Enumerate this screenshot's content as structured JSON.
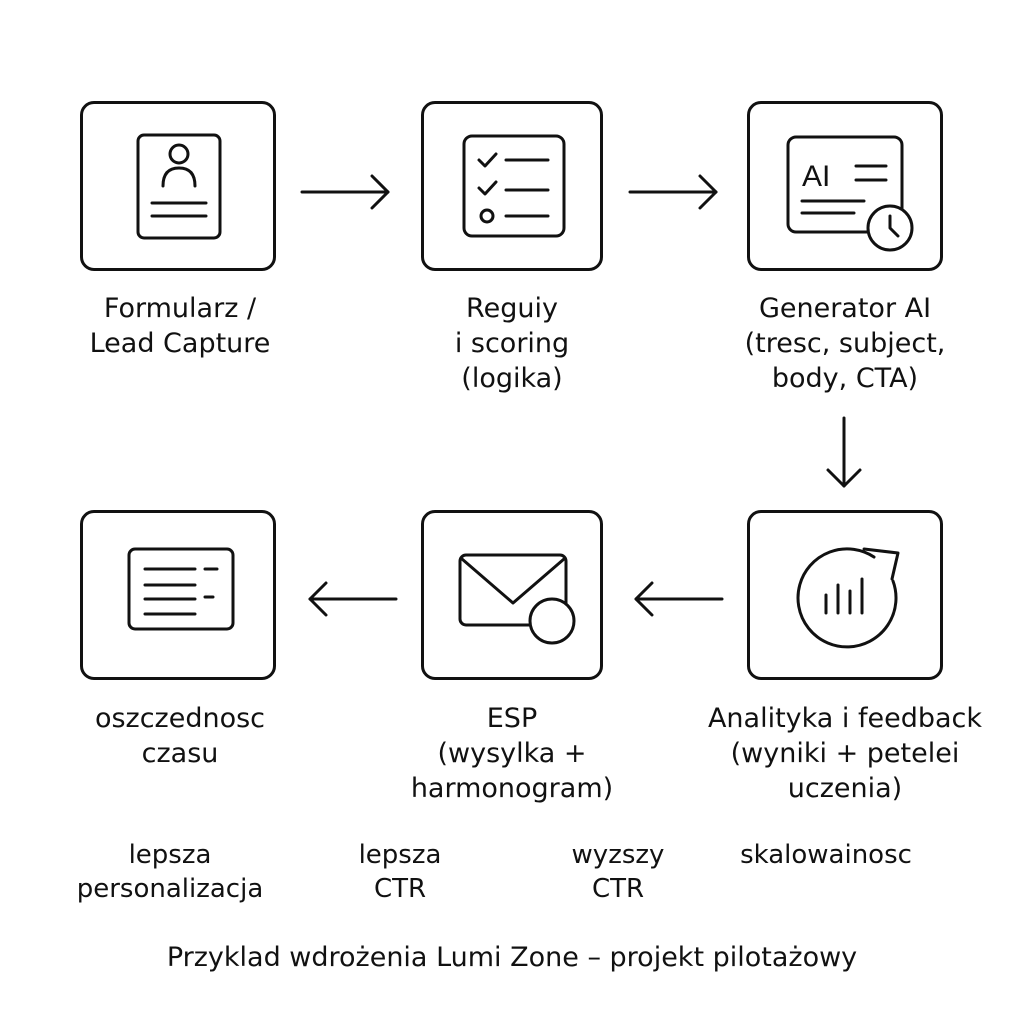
{
  "steps": [
    {
      "id": "form",
      "icon": "profile-card-icon",
      "lines": [
        "Formularz /",
        "Lead Capture"
      ]
    },
    {
      "id": "rules",
      "icon": "checklist-icon",
      "lines": [
        "Reguiy",
        "i scoring",
        "(logika)"
      ]
    },
    {
      "id": "ai",
      "icon": "ai-document-clock-icon",
      "icon_text": "AI",
      "lines": [
        "Generator AI",
        "(tresc, subject,",
        "body, CTA)"
      ]
    },
    {
      "id": "analytics",
      "icon": "refresh-chart-icon",
      "lines": [
        "Analityka i feedback",
        "(wyniki  + petelei",
        "uczenia)"
      ]
    },
    {
      "id": "esp",
      "icon": "envelope-icon",
      "lines": [
        "ESP",
        "(wysylka +",
        "harmonogram)"
      ]
    },
    {
      "id": "time",
      "icon": "text-document-icon",
      "lines": [
        "oszczednosc",
        "czasu"
      ]
    }
  ],
  "benefits": [
    [
      "lepsza",
      "personalizacja"
    ],
    [
      "lepsza",
      "CTR"
    ],
    [
      "wyzszy",
      "CTR"
    ],
    [
      "skalowainosc"
    ]
  ],
  "footer": "Przyklad wdrożenia Lumi Zone – projekt pilotażowy"
}
